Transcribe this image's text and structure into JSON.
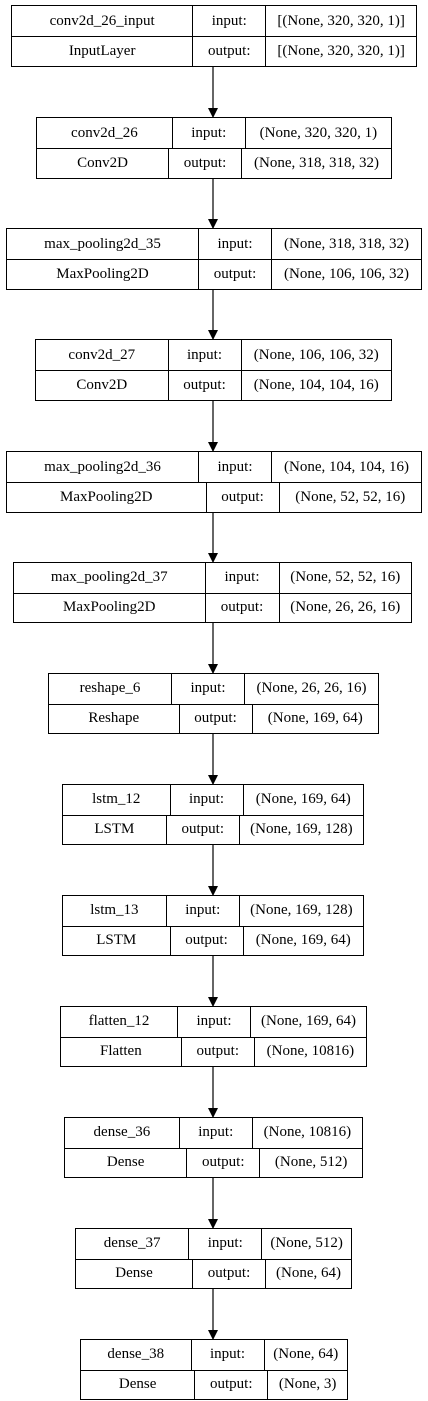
{
  "layers": [
    {
      "name": "conv2d_26_input",
      "type": "InputLayer",
      "input_label": "input:",
      "output_label": "output:",
      "input": "[(None, 320, 320, 1)]",
      "output": "[(None, 320, 320, 1)]"
    },
    {
      "name": "conv2d_26",
      "type": "Conv2D",
      "input_label": "input:",
      "output_label": "output:",
      "input": "(None, 320, 320, 1)",
      "output": "(None, 318, 318, 32)"
    },
    {
      "name": "max_pooling2d_35",
      "type": "MaxPooling2D",
      "input_label": "input:",
      "output_label": "output:",
      "input": "(None, 318, 318, 32)",
      "output": "(None, 106, 106, 32)"
    },
    {
      "name": "conv2d_27",
      "type": "Conv2D",
      "input_label": "input:",
      "output_label": "output:",
      "input": "(None, 106, 106, 32)",
      "output": "(None, 104, 104, 16)"
    },
    {
      "name": "max_pooling2d_36",
      "type": "MaxPooling2D",
      "input_label": "input:",
      "output_label": "output:",
      "input": "(None, 104, 104, 16)",
      "output": "(None, 52, 52, 16)"
    },
    {
      "name": "max_pooling2d_37",
      "type": "MaxPooling2D",
      "input_label": "input:",
      "output_label": "output:",
      "input": "(None, 52, 52, 16)",
      "output": "(None, 26, 26, 16)"
    },
    {
      "name": "reshape_6",
      "type": "Reshape",
      "input_label": "input:",
      "output_label": "output:",
      "input": "(None, 26, 26, 16)",
      "output": "(None, 169, 64)"
    },
    {
      "name": "lstm_12",
      "type": "LSTM",
      "input_label": "input:",
      "output_label": "output:",
      "input": "(None, 169, 64)",
      "output": "(None, 169, 128)"
    },
    {
      "name": "lstm_13",
      "type": "LSTM",
      "input_label": "input:",
      "output_label": "output:",
      "input": "(None, 169, 128)",
      "output": "(None, 169, 64)"
    },
    {
      "name": "flatten_12",
      "type": "Flatten",
      "input_label": "input:",
      "output_label": "output:",
      "input": "(None, 169, 64)",
      "output": "(None, 10816)"
    },
    {
      "name": "dense_36",
      "type": "Dense",
      "input_label": "input:",
      "output_label": "output:",
      "input": "(None, 10816)",
      "output": "(None, 512)"
    },
    {
      "name": "dense_37",
      "type": "Dense",
      "input_label": "input:",
      "output_label": "output:",
      "input": "(None, 512)",
      "output": "(None, 64)"
    },
    {
      "name": "dense_38",
      "type": "Dense",
      "input_label": "input:",
      "output_label": "output:",
      "input": "(None, 64)",
      "output": "(None, 3)"
    }
  ]
}
